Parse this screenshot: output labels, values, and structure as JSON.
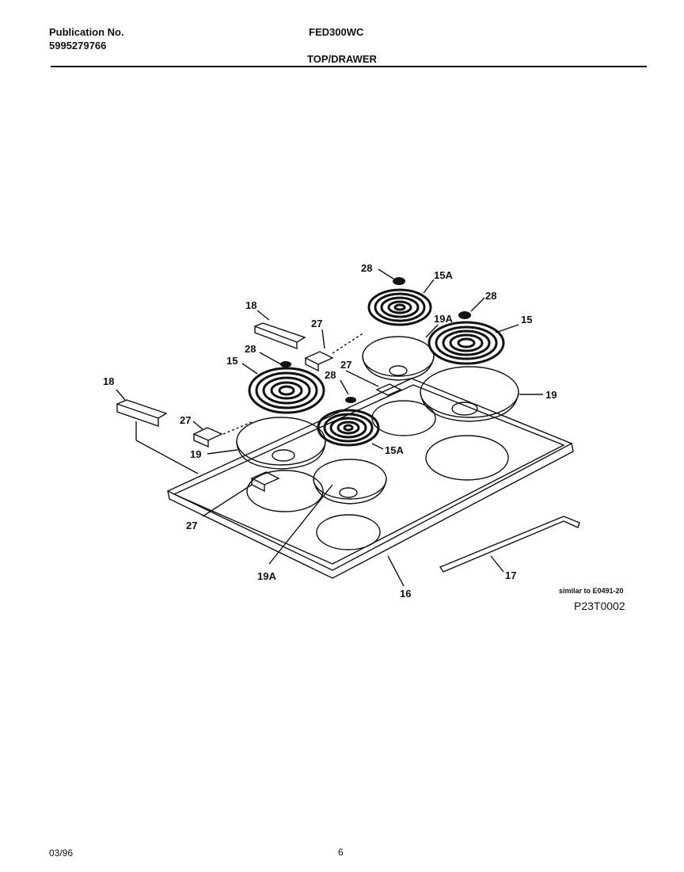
{
  "header": {
    "publication_label": "Publication No.",
    "publication_number": "5995279766",
    "model": "FED300WC",
    "section": "TOP/DRAWER"
  },
  "callouts": {
    "c28_top": "28",
    "c15A_top": "15A",
    "c28_right": "28",
    "c15_right": "15",
    "c19A_top": "19A",
    "c18_top": "18",
    "c27_top": "27",
    "c28_mid": "28",
    "c15_left": "15",
    "c27_mid": "27",
    "c28_center": "28",
    "c19_right": "19",
    "c18_left": "18",
    "c27_left": "27",
    "c19_left": "19",
    "c15A_center": "15A",
    "c27_bottom": "27",
    "c19A_bottom": "19A",
    "c16": "16",
    "c17": "17"
  },
  "notes": {
    "similar_to": "similar to E0491-20",
    "figure_id": "P23T0002"
  },
  "footer": {
    "date": "03/96",
    "page": "6"
  }
}
